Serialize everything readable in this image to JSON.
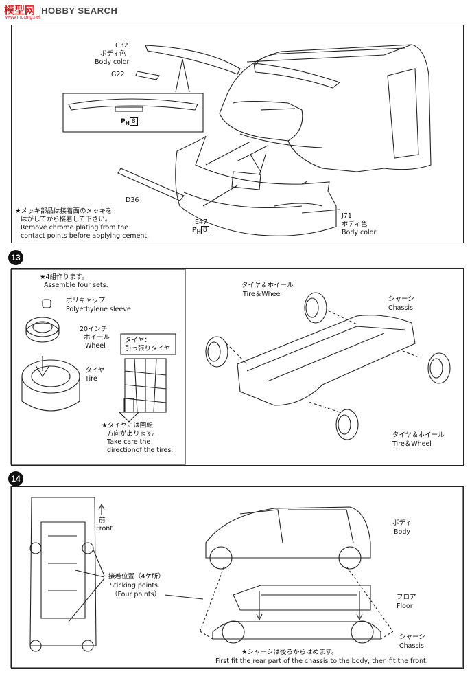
{
  "header": {
    "brand_cn": "模型网",
    "brand_en": "HOBBY SEARCH",
    "brand_url": "www.moxing.net"
  },
  "top_panel": {
    "c32": "C32",
    "c32_jp": "ボディ色",
    "c32_en": "Body color",
    "g22": "G22",
    "pm_a": "P",
    "pm_a_sub": "H",
    "pm_a_num": "8",
    "d36": "D36",
    "e47": "E47",
    "pm_b": "P",
    "pm_b_sub": "H",
    "pm_b_num": "8",
    "j71": "J71",
    "j71_jp": "ボディ色",
    "j71_en": "Body color",
    "note_jp_1": "★メッキ部品は接着面のメッキを",
    "note_jp_2": "はがしてから接着して下さい。",
    "note_en_1": "Remove chrome plating from the",
    "note_en_2": "contact points before applying cement."
  },
  "step13": {
    "number": "13",
    "assemble_jp": "★4組作ります。",
    "assemble_en": "Assemble four sets.",
    "poly_jp": "ポリキャップ",
    "poly_en": "Polyethylene sleeve",
    "wheel_jp_1": "20インチ",
    "wheel_jp_2": "ホイール",
    "wheel_en": "Wheel",
    "tire_jp": "タイヤ",
    "tire_en": "Tire",
    "tire_box_1": "タイヤ：",
    "tire_box_2": "引っ張りタイヤ",
    "rot_jp_1": "★タイヤには回転",
    "rot_jp_2": "方向があります。",
    "rot_en_1": "Take care the",
    "rot_en_2": "directionof the tires.",
    "tw_top_jp": "タイヤ＆ホイール",
    "tw_top_en": "Tire＆Wheel",
    "chassis_jp": "シャーシ",
    "chassis_en": "Chassis",
    "tw_bot_jp": "タイヤ＆ホイール",
    "tw_bot_en": "Tire＆Wheel"
  },
  "step14": {
    "number": "14",
    "front_jp": "前",
    "front_en": "Front",
    "stick_jp": "接着位置（4ケ所）",
    "stick_en_1": "Sticking points.",
    "stick_en_2": "（Four points）",
    "body_jp": "ボディ",
    "body_en": "Body",
    "floor_jp": "フロア",
    "floor_en": "Floor",
    "chassis_jp": "シャーシ",
    "chassis_en": "Chassis",
    "fit_jp": "★シャーシは後ろからはめます。",
    "fit_en": "First fit the rear part of the chassis to the body, then fit the front."
  }
}
